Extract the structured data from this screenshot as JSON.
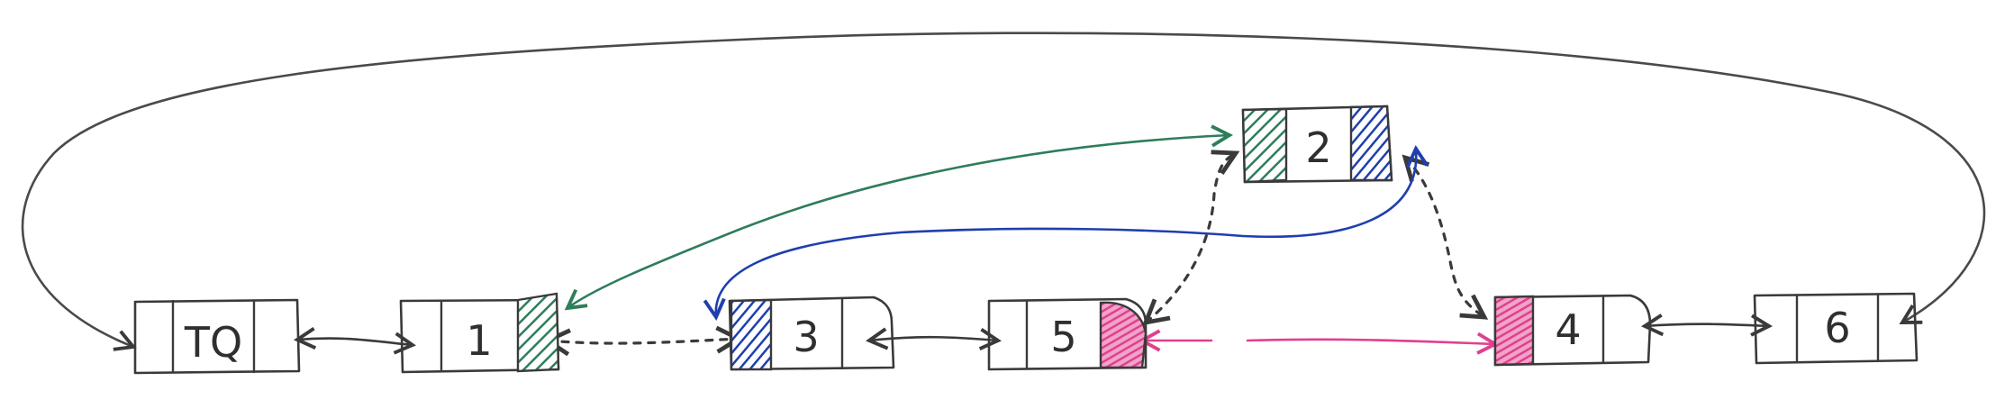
{
  "nodes": [
    {
      "id": "tq",
      "label": "TQ"
    },
    {
      "id": "n1",
      "label": "1"
    },
    {
      "id": "n3",
      "label": "3"
    },
    {
      "id": "n5",
      "label": "5"
    },
    {
      "id": "n2",
      "label": "2"
    },
    {
      "id": "n4",
      "label": "4"
    },
    {
      "id": "n6",
      "label": "6"
    }
  ],
  "colors": {
    "ink": "#3a3a3a",
    "green": "#2e7d5b",
    "blue": "#1f3fae",
    "pink": "#e0408f"
  }
}
